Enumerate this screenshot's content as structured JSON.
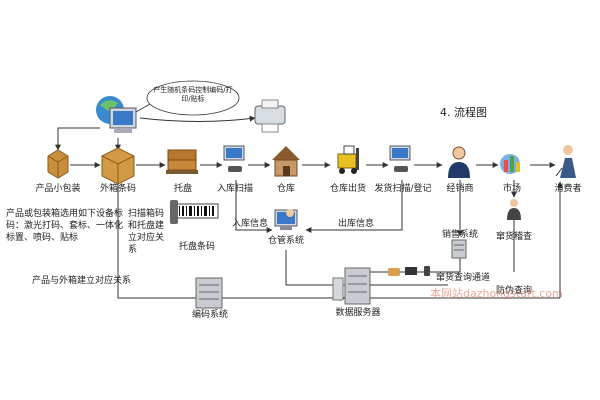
{
  "diagram": {
    "title": "4. 流程图",
    "printer_callout": "产生随机条码控制编码/打印/贴标",
    "nodes": {
      "product_box": "产品小包装",
      "outer_box": "外箱条码",
      "pallet": "托盘",
      "inbound_scan": "入库扫描",
      "warehouse": "仓库",
      "outbound": "仓库出货",
      "ship_scan": "发货扫描/登记",
      "dealer": "经销商",
      "market": "市场",
      "consumer": "消费者",
      "pallet_barcode": "托盘条码",
      "warehouse_system": "仓管系统",
      "sales_system": "销售系统",
      "inspection": "窜货稽查",
      "coding_system": "编码系统",
      "data_server": "数据服务器"
    },
    "notes": {
      "product_labels": "产品或包装箱选用如下设备标码：激光打码、套标、一体化标置、喷码、贴标",
      "pallet_relation": "扫描箱码和托盘建立对应关系",
      "product_box_relation": "产品与外箱建立对应关系"
    },
    "flows": {
      "inbound_info": "入库信息",
      "outbound_info": "出库信息",
      "query_channel": "窜货查询通道",
      "anti_fake": "防伪查询"
    },
    "watermark": "本网站dazhongstart.com",
    "colors": {
      "line": "#333333",
      "box": "#c8903c",
      "screen": "#3a78c8"
    }
  }
}
